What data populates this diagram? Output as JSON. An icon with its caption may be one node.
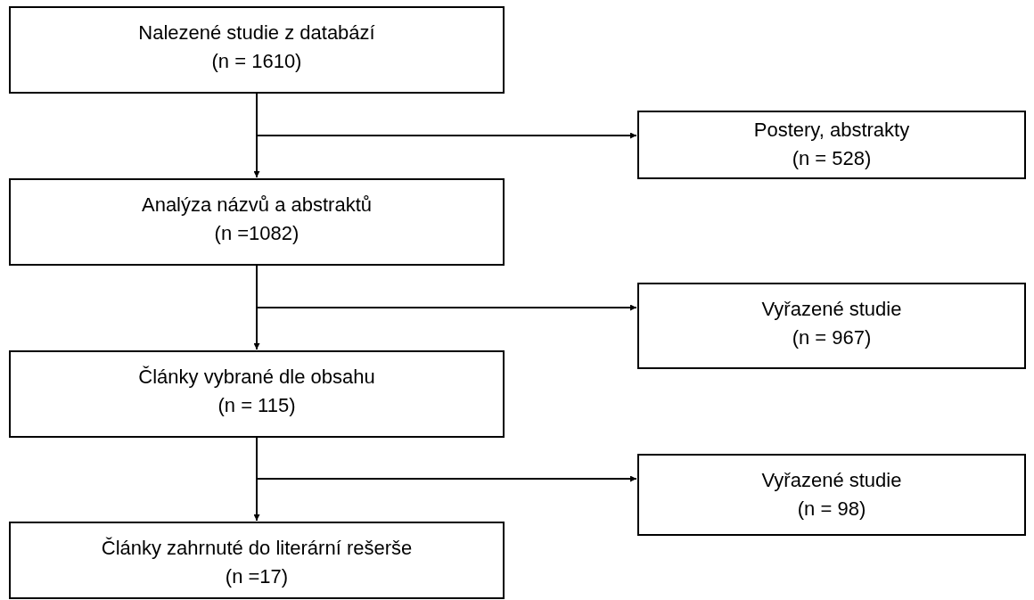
{
  "diagram": {
    "nodes": [
      {
        "text": [
          "Nalezené studie z databází",
          "(n = 1610)"
        ]
      },
      {
        "text": [
          "Postery, abstrakty",
          "(n = 528)"
        ]
      },
      {
        "text": [
          "Analýza názvů a abstraktů",
          "(n =1082)"
        ]
      },
      {
        "text": [
          "Vyřazené studie",
          "(n = 967)"
        ]
      },
      {
        "text": [
          "Články vybrané dle obsahu",
          "(n = 115)"
        ]
      },
      {
        "text": [
          "Vyřazené studie",
          "(n = 98)"
        ]
      },
      {
        "text": [
          "Články zahrnuté do literární rešerše",
          "(n =17)"
        ]
      }
    ],
    "edges": [
      {
        "from": 0,
        "to": 2,
        "arrow": "to"
      },
      {
        "from": 0,
        "to": 1,
        "arrow": "to"
      },
      {
        "from": 2,
        "to": 4,
        "arrow": "to"
      },
      {
        "from": 2,
        "to": 3,
        "arrow": "to"
      },
      {
        "from": 4,
        "to": 6,
        "arrow": "to"
      },
      {
        "from": 4,
        "to": 5,
        "arrow": "to"
      }
    ]
  }
}
